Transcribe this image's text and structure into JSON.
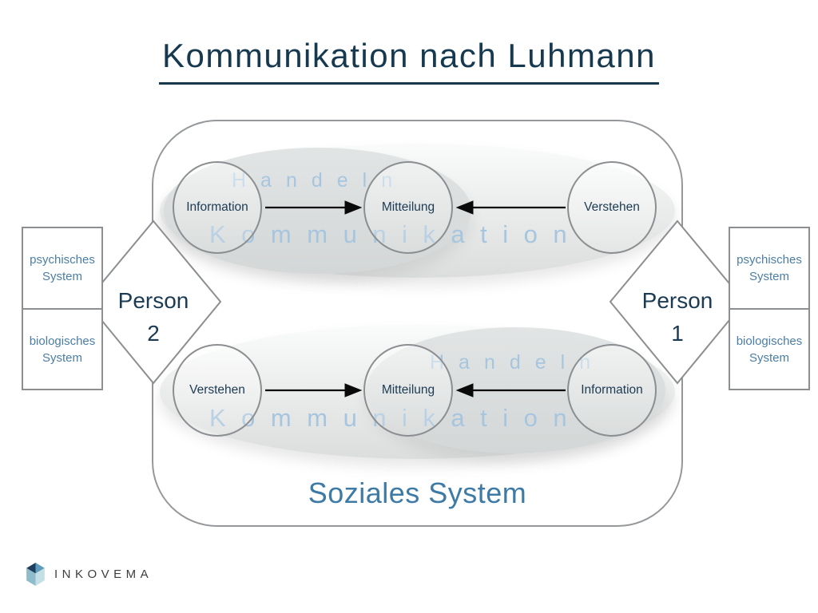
{
  "title": "Kommunikation nach Luhmann",
  "watermarks": {
    "handeln": "Handeln",
    "kommunikation": "Kommunikation"
  },
  "processes": {
    "top": {
      "left": "Information",
      "center": "Mitteilung",
      "right": "Verstehen"
    },
    "bottom": {
      "left": "Verstehen",
      "center": "Mitteilung",
      "right": "Information"
    }
  },
  "persons": {
    "left": {
      "label": "Person",
      "number": "2"
    },
    "right": {
      "label": "Person",
      "number": "1"
    }
  },
  "system_boxes": {
    "psychic_line1": "psychisches",
    "psychic_line2": "System",
    "biological_line1": "biologisches",
    "biological_line2": "System"
  },
  "social_system_label": "Soziales System",
  "logo": {
    "brand": "INKOVEMA",
    "icon": "cube-logo-icon"
  },
  "colors": {
    "title_navy": "#17394f",
    "dark_navy": "#1b3b54",
    "steel_blue": "#3d7aa6",
    "box_text_blue": "#4b7ea4",
    "watermark_blue": "#a6c5df",
    "border_gray": "#8c8f92",
    "ellipse_gray": "#e0e2e2",
    "arrow_black": "#0a0a0a"
  }
}
